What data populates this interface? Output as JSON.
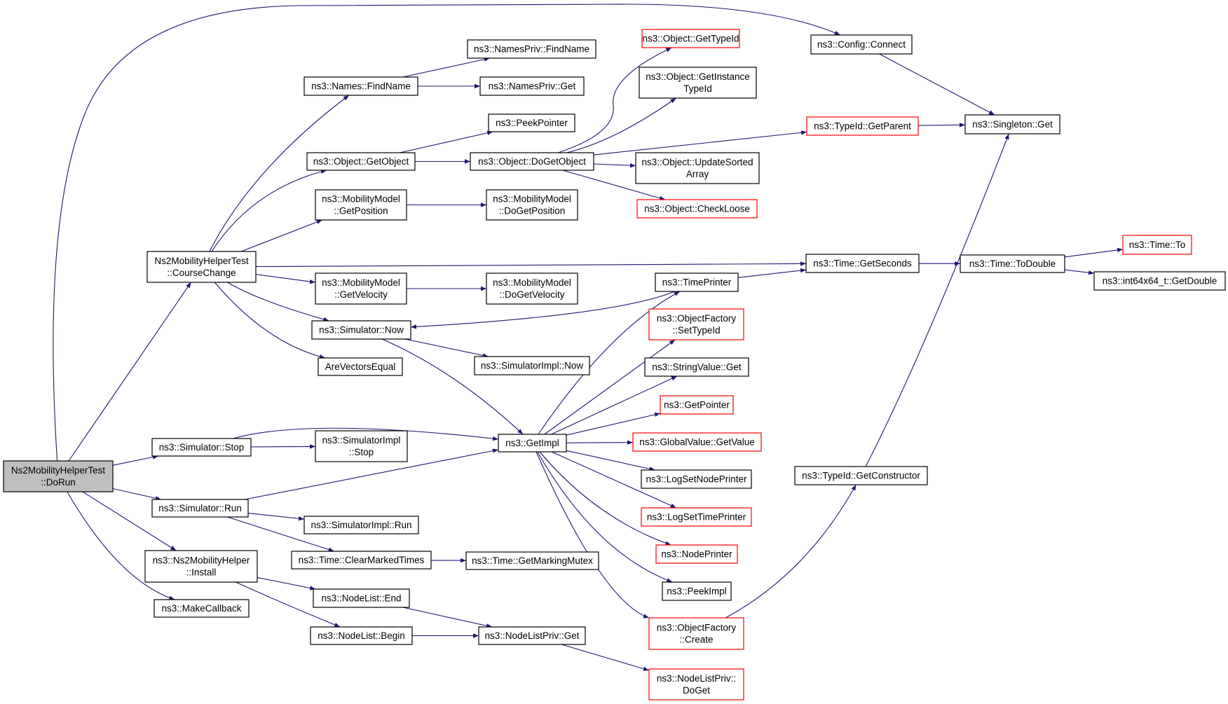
{
  "graph": {
    "type": "call-graph",
    "colors": {
      "edge": "#191970",
      "node_border": "#000000",
      "truncated_border": "#ff0000",
      "root_fill": "#bfbfbf"
    },
    "nodes": [
      {
        "id": "dorun",
        "lines": [
          "Ns2MobilityHelperTest",
          "::DoRun"
        ],
        "style": "root"
      },
      {
        "id": "coursechange",
        "lines": [
          "Ns2MobilityHelperTest",
          "::CourseChange"
        ],
        "style": "normal"
      },
      {
        "id": "sim_stop",
        "lines": [
          "ns3::Simulator::Stop"
        ],
        "style": "normal"
      },
      {
        "id": "sim_run",
        "lines": [
          "ns3::Simulator::Run"
        ],
        "style": "normal"
      },
      {
        "id": "ns2install",
        "lines": [
          "ns3::Ns2MobilityHelper",
          "::Install"
        ],
        "style": "normal"
      },
      {
        "id": "makecallback",
        "lines": [
          "ns3::MakeCallback"
        ],
        "style": "normal"
      },
      {
        "id": "names_findname",
        "lines": [
          "ns3::Names::FindName"
        ],
        "style": "normal"
      },
      {
        "id": "obj_getobject",
        "lines": [
          "ns3::Object::GetObject"
        ],
        "style": "normal"
      },
      {
        "id": "mm_getposition",
        "lines": [
          "ns3::MobilityModel",
          "::GetPosition"
        ],
        "style": "normal"
      },
      {
        "id": "mm_getvelocity",
        "lines": [
          "ns3::MobilityModel",
          "::GetVelocity"
        ],
        "style": "normal"
      },
      {
        "id": "sim_now",
        "lines": [
          "ns3::Simulator::Now"
        ],
        "style": "normal"
      },
      {
        "id": "arevectorsequal",
        "lines": [
          "AreVectorsEqual"
        ],
        "style": "normal"
      },
      {
        "id": "simimpl_stop",
        "lines": [
          "ns3::SimulatorImpl",
          "::Stop"
        ],
        "style": "normal"
      },
      {
        "id": "simimpl_run",
        "lines": [
          "ns3::SimulatorImpl::Run"
        ],
        "style": "normal"
      },
      {
        "id": "time_clearmarked",
        "lines": [
          "ns3::Time::ClearMarkedTimes"
        ],
        "style": "normal"
      },
      {
        "id": "nodelist_end",
        "lines": [
          "ns3::NodeList::End"
        ],
        "style": "normal"
      },
      {
        "id": "nodelist_begin",
        "lines": [
          "ns3::NodeList::Begin"
        ],
        "style": "normal"
      },
      {
        "id": "namespriv_findname",
        "lines": [
          "ns3::NamesPriv::FindName"
        ],
        "style": "normal"
      },
      {
        "id": "namespriv_get",
        "lines": [
          "ns3::NamesPriv::Get"
        ],
        "style": "normal"
      },
      {
        "id": "peekpointer",
        "lines": [
          "ns3::PeekPointer"
        ],
        "style": "normal"
      },
      {
        "id": "obj_dogetobject",
        "lines": [
          "ns3::Object::DoGetObject"
        ],
        "style": "normal"
      },
      {
        "id": "mm_dogetposition",
        "lines": [
          "ns3::MobilityModel",
          "::DoGetPosition"
        ],
        "style": "normal"
      },
      {
        "id": "mm_dogetvelocity",
        "lines": [
          "ns3::MobilityModel",
          "::DoGetVelocity"
        ],
        "style": "normal"
      },
      {
        "id": "simimpl_now",
        "lines": [
          "ns3::SimulatorImpl::Now"
        ],
        "style": "normal"
      },
      {
        "id": "getimpl",
        "lines": [
          "ns3::GetImpl"
        ],
        "style": "normal"
      },
      {
        "id": "time_getmarkingmutex",
        "lines": [
          "ns3::Time::GetMarkingMutex"
        ],
        "style": "normal"
      },
      {
        "id": "nodelistpriv_get",
        "lines": [
          "ns3::NodeListPriv::Get"
        ],
        "style": "normal"
      },
      {
        "id": "obj_gettypeid",
        "lines": [
          "ns3::Object::GetTypeId"
        ],
        "style": "truncated"
      },
      {
        "id": "obj_getinstancetypeid",
        "lines": [
          "ns3::Object::GetInstance",
          "TypeId"
        ],
        "style": "normal"
      },
      {
        "id": "obj_updatesorted",
        "lines": [
          "ns3::Object::UpdateSorted",
          "Array"
        ],
        "style": "normal"
      },
      {
        "id": "obj_checkloose",
        "lines": [
          "ns3::Object::CheckLoose"
        ],
        "style": "truncated"
      },
      {
        "id": "timeprinter",
        "lines": [
          "ns3::TimePrinter"
        ],
        "style": "normal"
      },
      {
        "id": "objfactory_settypeid",
        "lines": [
          "ns3::ObjectFactory",
          "::SetTypeId"
        ],
        "style": "truncated"
      },
      {
        "id": "stringvalue_get",
        "lines": [
          "ns3::StringValue::Get"
        ],
        "style": "normal"
      },
      {
        "id": "getpointer",
        "lines": [
          "ns3::GetPointer"
        ],
        "style": "truncated"
      },
      {
        "id": "globalvalue_getvalue",
        "lines": [
          "ns3::GlobalValue::GetValue"
        ],
        "style": "truncated"
      },
      {
        "id": "logsetnodeprinter",
        "lines": [
          "ns3::LogSetNodePrinter"
        ],
        "style": "normal"
      },
      {
        "id": "logsettimeprinter",
        "lines": [
          "ns3::LogSetTimePrinter"
        ],
        "style": "truncated"
      },
      {
        "id": "nodeprinter",
        "lines": [
          "ns3::NodePrinter"
        ],
        "style": "truncated"
      },
      {
        "id": "peekimpl",
        "lines": [
          "ns3::PeekImpl"
        ],
        "style": "normal"
      },
      {
        "id": "objfactory_create",
        "lines": [
          "ns3::ObjectFactory",
          "::Create"
        ],
        "style": "truncated"
      },
      {
        "id": "nodelistpriv_doget",
        "lines": [
          "ns3::NodeListPriv::",
          "DoGet"
        ],
        "style": "truncated"
      },
      {
        "id": "config_connect",
        "lines": [
          "ns3::Config::Connect"
        ],
        "style": "normal"
      },
      {
        "id": "typeid_getparent",
        "lines": [
          "ns3::TypeId::GetParent"
        ],
        "style": "truncated"
      },
      {
        "id": "time_getseconds",
        "lines": [
          "ns3::Time::GetSeconds"
        ],
        "style": "normal"
      },
      {
        "id": "typeid_getconstructor",
        "lines": [
          "ns3::TypeId::GetConstructor"
        ],
        "style": "normal"
      },
      {
        "id": "singleton_get",
        "lines": [
          "ns3::Singleton::Get"
        ],
        "style": "normal"
      },
      {
        "id": "time_todouble",
        "lines": [
          "ns3::Time::ToDouble"
        ],
        "style": "normal"
      },
      {
        "id": "time_to",
        "lines": [
          "ns3::Time::To"
        ],
        "style": "truncated"
      },
      {
        "id": "int64_getdouble",
        "lines": [
          "ns3::int64x64_t::GetDouble"
        ],
        "style": "normal"
      }
    ],
    "edges": [
      [
        "dorun",
        "config_connect"
      ],
      [
        "dorun",
        "coursechange"
      ],
      [
        "dorun",
        "sim_stop"
      ],
      [
        "dorun",
        "sim_run"
      ],
      [
        "dorun",
        "ns2install"
      ],
      [
        "dorun",
        "makecallback"
      ],
      [
        "coursechange",
        "names_findname"
      ],
      [
        "coursechange",
        "obj_getobject"
      ],
      [
        "coursechange",
        "mm_getposition"
      ],
      [
        "coursechange",
        "time_getseconds"
      ],
      [
        "coursechange",
        "mm_getvelocity"
      ],
      [
        "coursechange",
        "sim_now"
      ],
      [
        "coursechange",
        "arevectorsequal"
      ],
      [
        "names_findname",
        "namespriv_findname"
      ],
      [
        "names_findname",
        "namespriv_get"
      ],
      [
        "obj_getobject",
        "peekpointer"
      ],
      [
        "obj_getobject",
        "obj_dogetobject"
      ],
      [
        "obj_dogetobject",
        "obj_gettypeid"
      ],
      [
        "obj_dogetobject",
        "obj_getinstancetypeid"
      ],
      [
        "obj_dogetobject",
        "typeid_getparent"
      ],
      [
        "obj_dogetobject",
        "obj_updatesorted"
      ],
      [
        "obj_dogetobject",
        "obj_checkloose"
      ],
      [
        "mm_getposition",
        "mm_dogetposition"
      ],
      [
        "mm_getvelocity",
        "mm_dogetvelocity"
      ],
      [
        "sim_now",
        "simimpl_now"
      ],
      [
        "sim_now",
        "getimpl"
      ],
      [
        "sim_stop",
        "simimpl_stop"
      ],
      [
        "sim_stop",
        "getimpl"
      ],
      [
        "sim_run",
        "getimpl"
      ],
      [
        "sim_run",
        "simimpl_run"
      ],
      [
        "sim_run",
        "time_clearmarked"
      ],
      [
        "time_clearmarked",
        "time_getmarkingmutex"
      ],
      [
        "ns2install",
        "nodelist_end"
      ],
      [
        "ns2install",
        "nodelist_begin"
      ],
      [
        "nodelist_end",
        "nodelistpriv_get"
      ],
      [
        "nodelist_begin",
        "nodelistpriv_get"
      ],
      [
        "nodelistpriv_get",
        "nodelistpriv_doget"
      ],
      [
        "getimpl",
        "timeprinter"
      ],
      [
        "getimpl",
        "objfactory_settypeid"
      ],
      [
        "getimpl",
        "stringvalue_get"
      ],
      [
        "getimpl",
        "getpointer"
      ],
      [
        "getimpl",
        "globalvalue_getvalue"
      ],
      [
        "getimpl",
        "logsetnodeprinter"
      ],
      [
        "getimpl",
        "logsettimeprinter"
      ],
      [
        "getimpl",
        "nodeprinter"
      ],
      [
        "getimpl",
        "peekimpl"
      ],
      [
        "getimpl",
        "objfactory_create"
      ],
      [
        "timeprinter",
        "sim_now"
      ],
      [
        "timeprinter",
        "time_getseconds"
      ],
      [
        "objfactory_create",
        "typeid_getconstructor"
      ],
      [
        "typeid_getconstructor",
        "singleton_get"
      ],
      [
        "config_connect",
        "singleton_get"
      ],
      [
        "typeid_getparent",
        "singleton_get"
      ],
      [
        "time_getseconds",
        "time_todouble"
      ],
      [
        "time_todouble",
        "time_to"
      ],
      [
        "time_todouble",
        "int64_getdouble"
      ]
    ]
  }
}
